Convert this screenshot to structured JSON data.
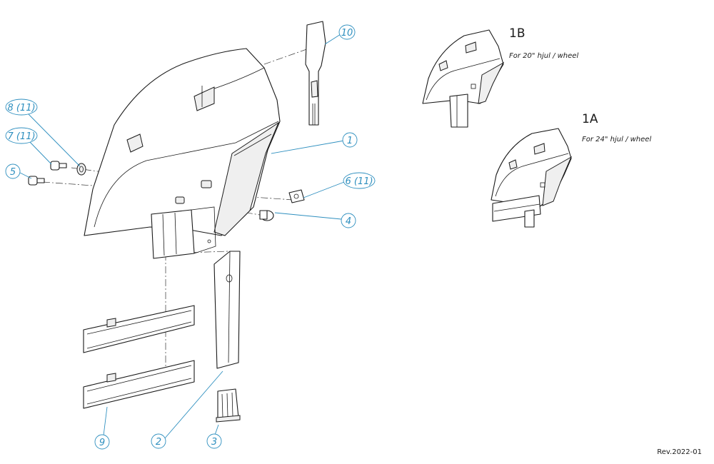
{
  "callouts": {
    "c1": "1",
    "c2": "2",
    "c3": "3",
    "c4": "4",
    "c5": "5",
    "c6": "6 (11)",
    "c7": "7 (11)",
    "c8": "8 (11)",
    "c9": "9",
    "c10": "10"
  },
  "variants": {
    "v1b": {
      "code": "1B",
      "note": "For 20\" hjul / wheel"
    },
    "v1a": {
      "code": "1A",
      "note": "For 24\" hjul / wheel"
    }
  },
  "revision": "Rev.2022-01",
  "colors": {
    "callout": "#2e8fbf",
    "line": "#1a1a1a"
  }
}
